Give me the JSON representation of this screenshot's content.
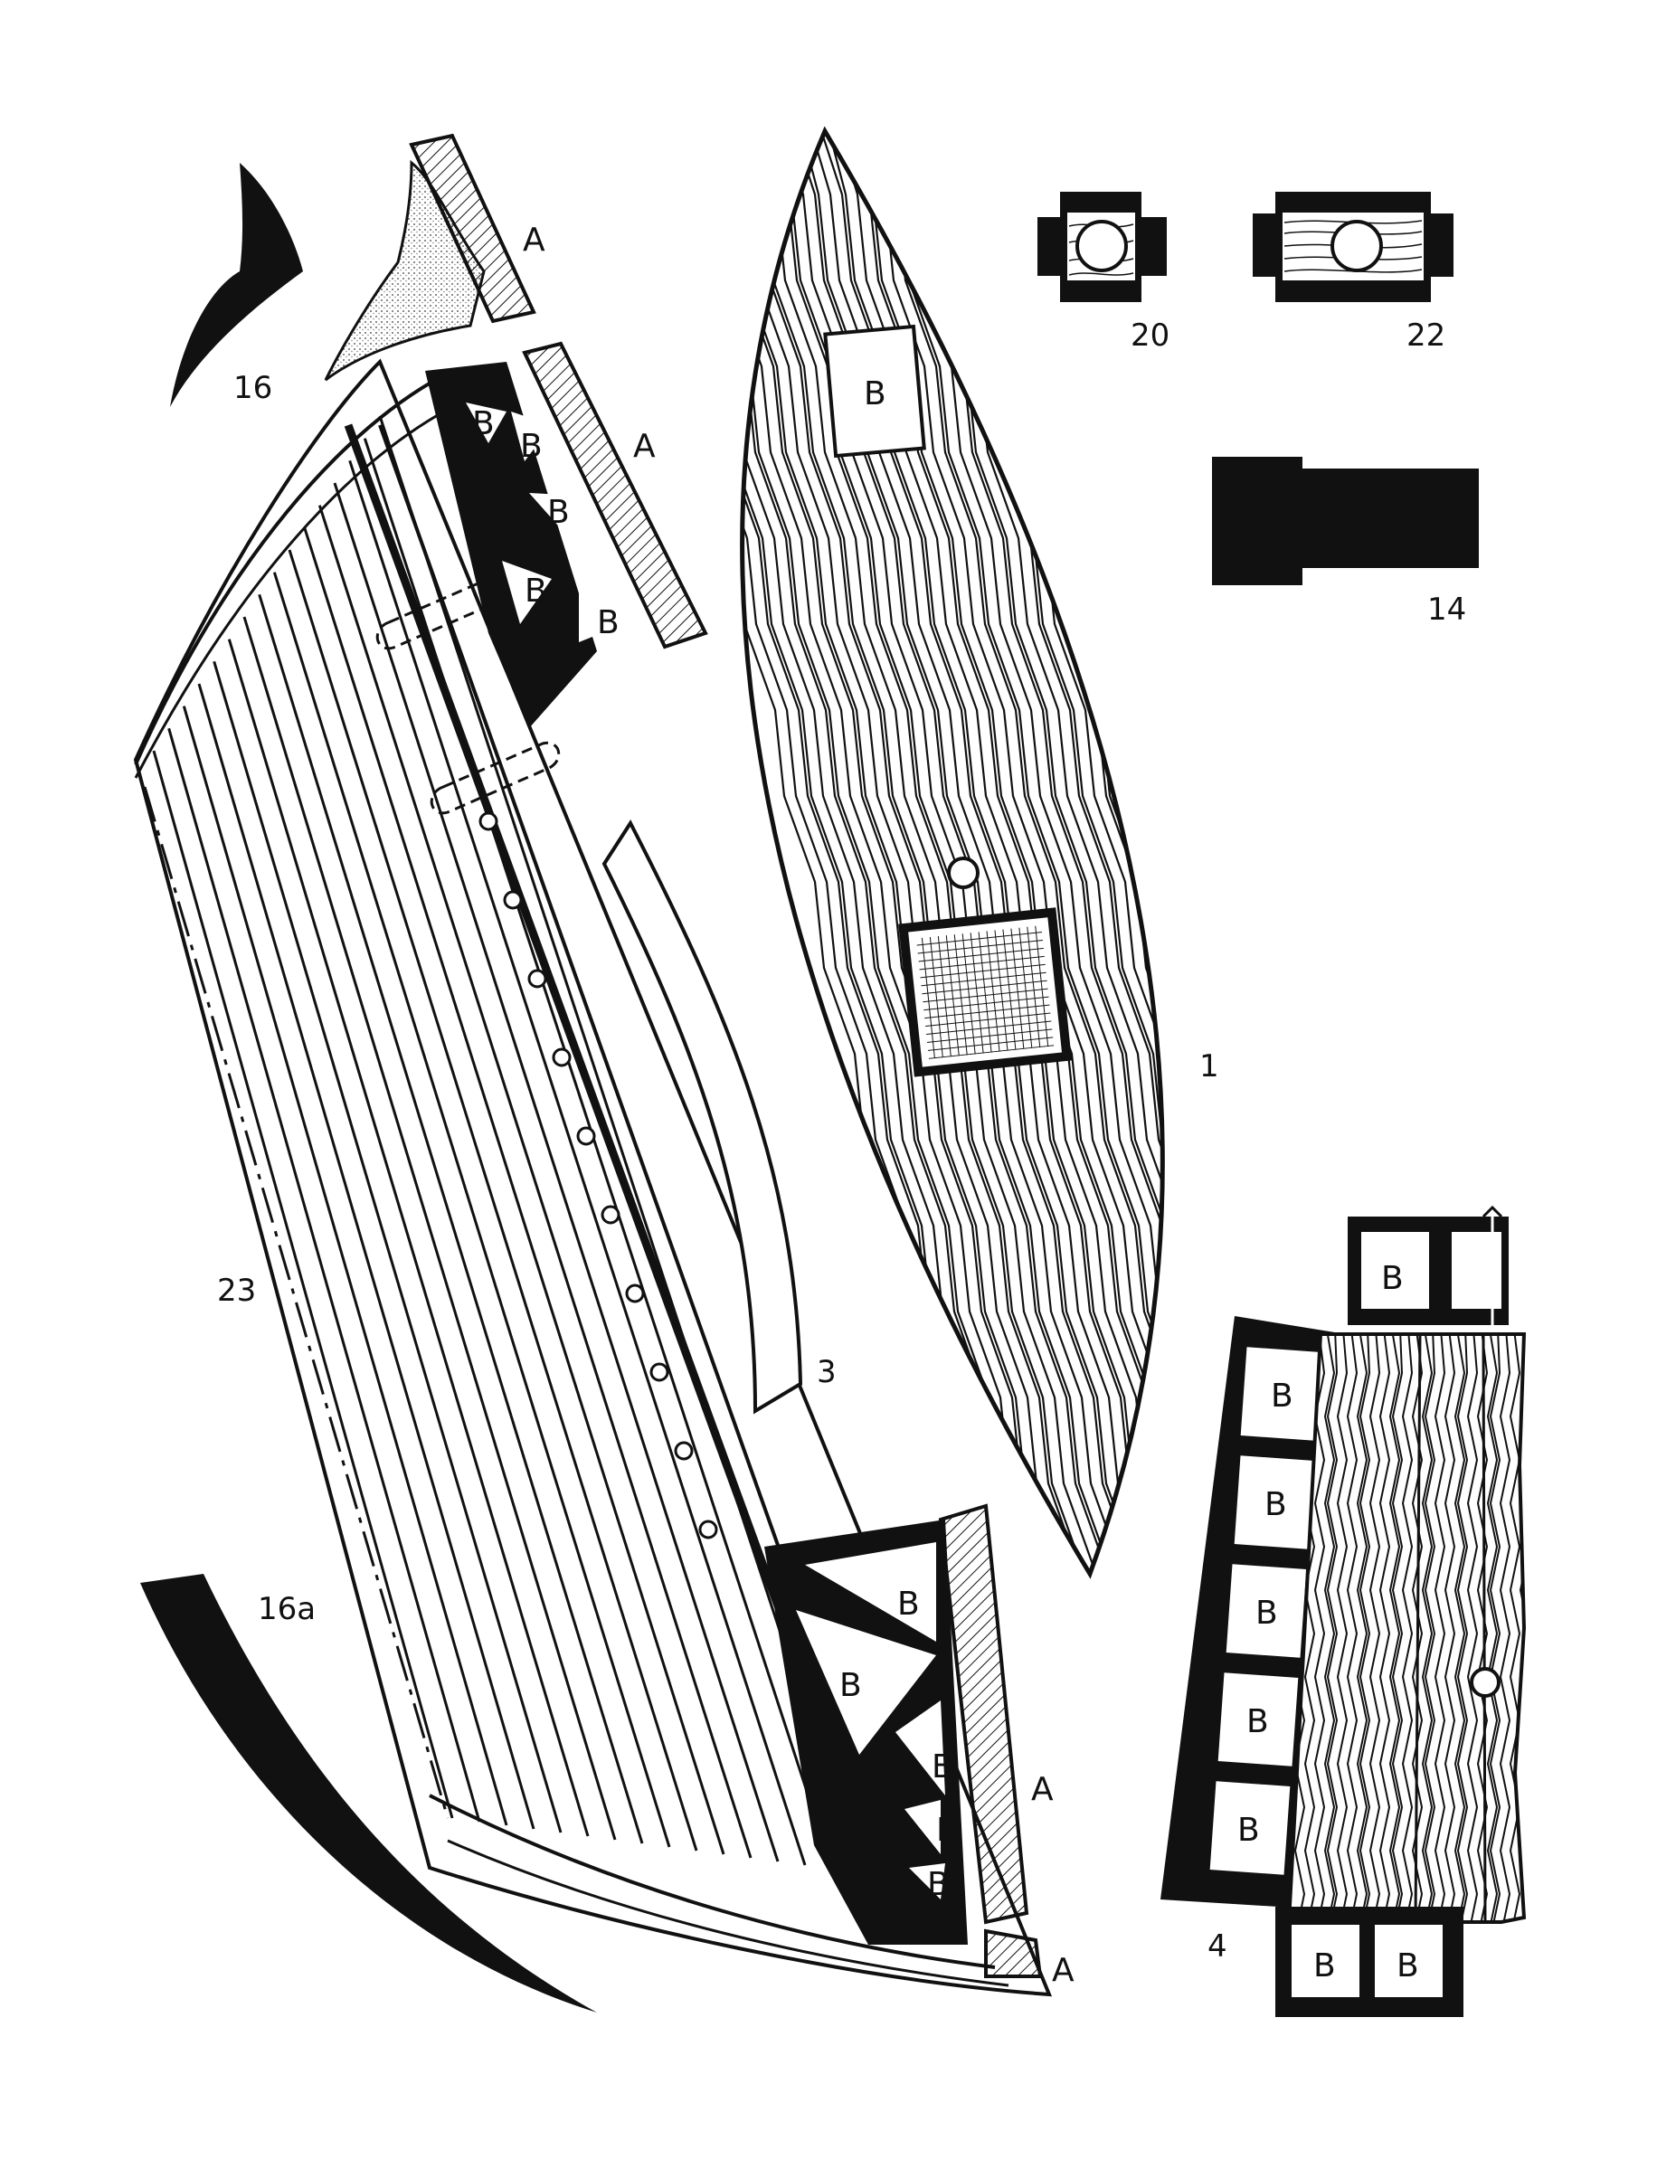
{
  "sheet": {
    "parts": [
      {
        "id": "part-16",
        "number": "16"
      },
      {
        "id": "part-16a",
        "number": "16a"
      },
      {
        "id": "part-23",
        "number": "23"
      },
      {
        "id": "part-3",
        "number": "3"
      },
      {
        "id": "part-1",
        "number": "1"
      },
      {
        "id": "part-20",
        "number": "20"
      },
      {
        "id": "part-22",
        "number": "22"
      },
      {
        "id": "part-14",
        "number": "14"
      },
      {
        "id": "part-4",
        "number": "4"
      }
    ],
    "glue_marks": {
      "A": "A",
      "B": "B"
    },
    "colors": {
      "ink": "#111111",
      "paper": "#ffffff",
      "stipple": "#9a9a9a"
    }
  }
}
